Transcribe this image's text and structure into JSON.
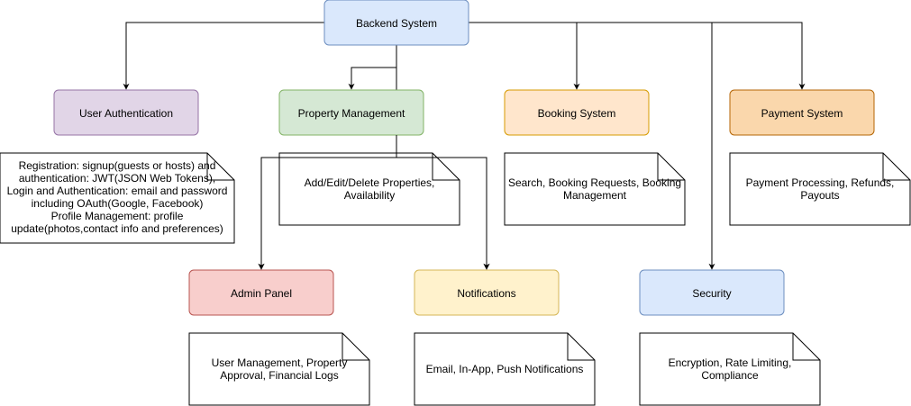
{
  "nodes": {
    "backend": {
      "label": "Backend System",
      "fill": "#dae8fc",
      "stroke": "#6c8ebf"
    },
    "user_auth": {
      "label": "User Authentication",
      "fill": "#e1d5e7",
      "stroke": "#9673a6"
    },
    "property": {
      "label": "Property Management",
      "fill": "#d5e8d4",
      "stroke": "#82b366"
    },
    "booking": {
      "label": "Booking System",
      "fill": "#ffe6cc",
      "stroke": "#d79b00"
    },
    "payment": {
      "label": "Payment System",
      "fill": "#fad7ac",
      "stroke": "#b46504"
    },
    "admin": {
      "label": "Admin Panel",
      "fill": "#f8cecc",
      "stroke": "#b85450"
    },
    "notifications": {
      "label": "Notifications",
      "fill": "#fff2cc",
      "stroke": "#d6b656"
    },
    "security": {
      "label": "Security",
      "fill": "#dae8fc",
      "stroke": "#6c8ebf"
    }
  },
  "notes": {
    "user_auth": [
      "Registration: signup(guests or hosts) and",
      "authentication: JWT(JSON Web Tokens),",
      "Login and Authentication: email and password",
      "including OAuth(Google, Facebook)",
      "Profile Management: profile",
      "update(photos,contact info and preferences)"
    ],
    "property": [
      "Add/Edit/Delete Properties,",
      "Availability"
    ],
    "booking": [
      "Search, Booking Requests, Booking",
      "Management"
    ],
    "payment": [
      "Payment Processing, Refunds,",
      "Payouts"
    ],
    "admin": [
      "User Management, Property",
      "Approval, Financial Logs"
    ],
    "notifications": [
      "Email, In-App, Push Notifications"
    ],
    "security": [
      "Encryption, Rate Limiting,",
      "Compliance"
    ]
  },
  "colors": {
    "edge": "#000000",
    "note_stroke": "#000000",
    "note_fill": "#ffffff"
  }
}
